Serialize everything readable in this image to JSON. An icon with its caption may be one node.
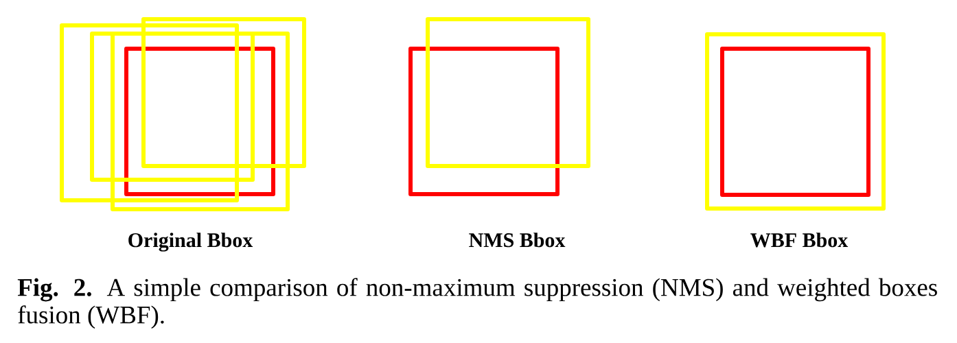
{
  "diagram": {
    "caption": "**Fig. 2.** A simple comparison of non-maximum suppression (NMS) and weighted boxes fusion (WBF).",
    "labels": [
      "Original Bbox",
      "NMS Bbox",
      "WBF Bbox"
    ]
  }
}
